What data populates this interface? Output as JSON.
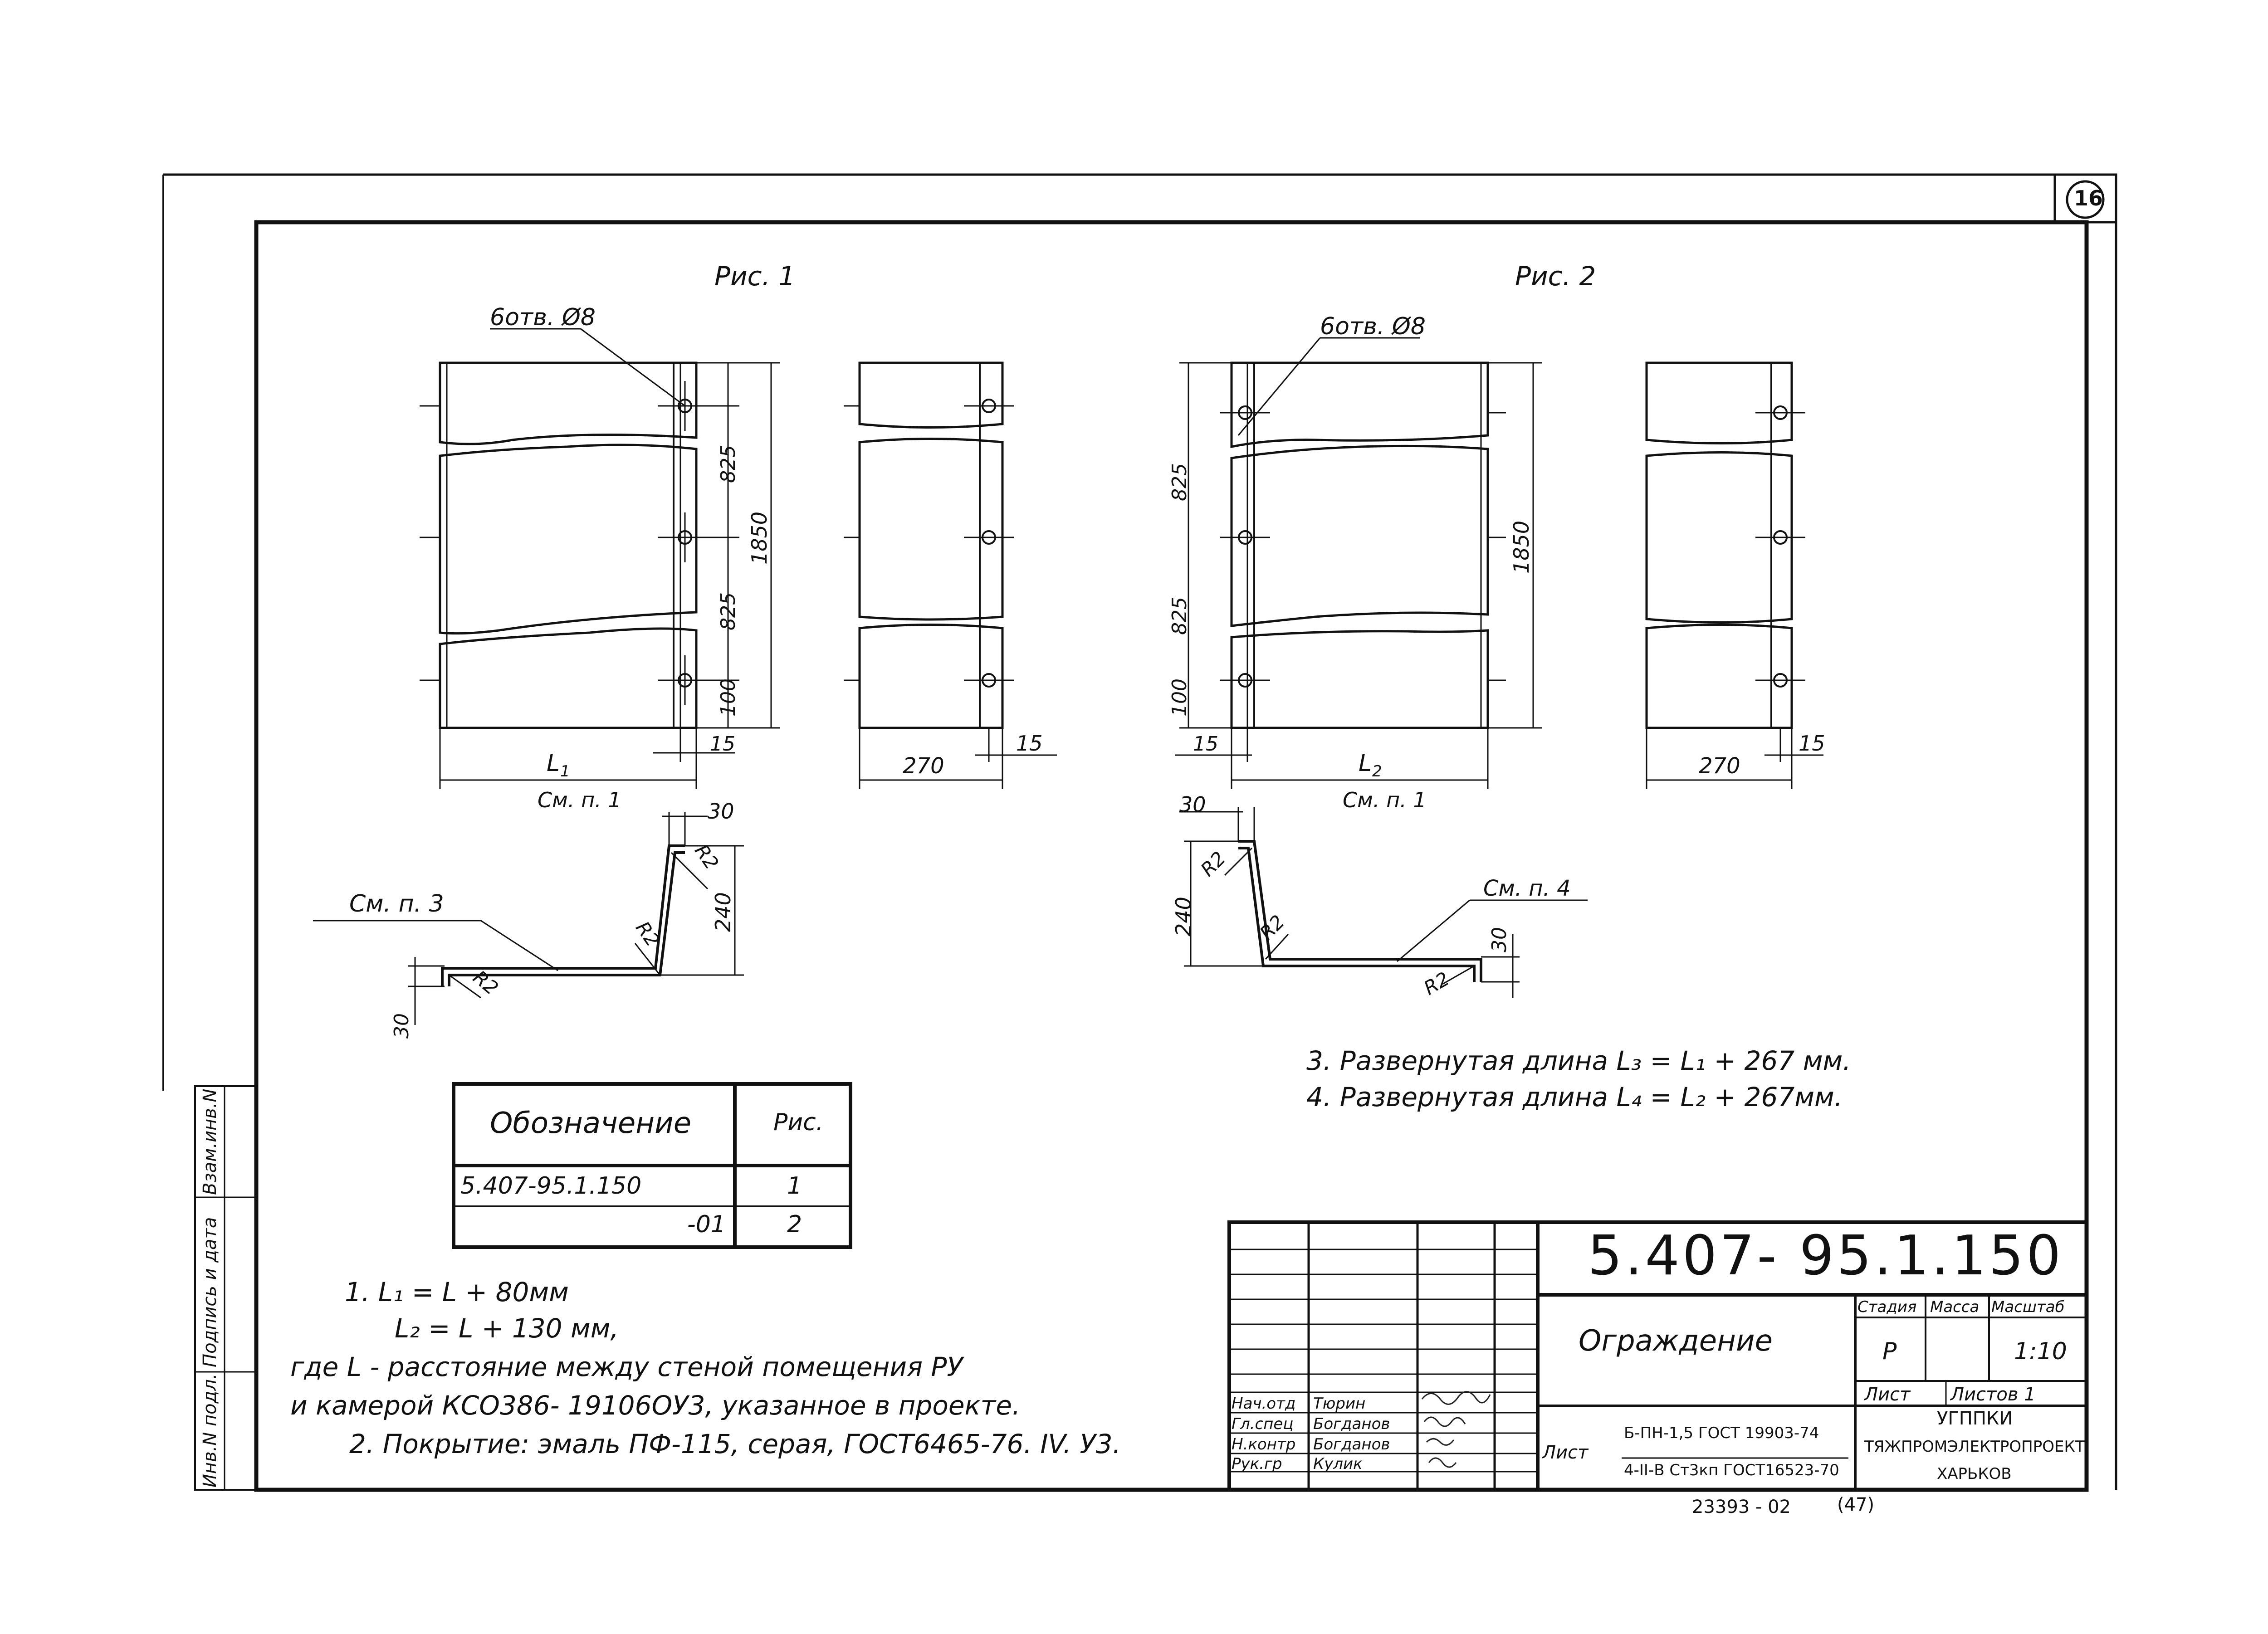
{
  "sheet_number": "16",
  "fig1": {
    "title": "Рис. 1",
    "holes": "6отв. Ø8",
    "dims": {
      "a": "825",
      "b": "825",
      "c": "100",
      "total": "1850",
      "edge": "15",
      "width": "270",
      "edge2": "15"
    },
    "length_label": "L₁",
    "length_note": "См. п. 1",
    "profile": {
      "note": "См. п. 3",
      "top": "30",
      "height": "240",
      "bottom": "30",
      "r1": "R2",
      "r2": "R2",
      "r3": "R2"
    }
  },
  "fig2": {
    "title": "Рис. 2",
    "holes": "6отв. Ø8",
    "dims": {
      "a": "825",
      "b": "825",
      "c": "100",
      "total": "1850",
      "edge": "15",
      "width": "270",
      "edge2": "15"
    },
    "length_label": "L₂",
    "length_note": "См. п. 1",
    "profile": {
      "note": "См. п. 4",
      "top": "30",
      "height": "240",
      "bottom": "30",
      "r1": "R2",
      "r2": "R2",
      "r3": "R2"
    }
  },
  "notes_right": {
    "n3": "3. Развернутая длина L₃ = L₁ + 267 мм.",
    "n4": "4. Развернутая длина L₄ = L₂ + 267мм."
  },
  "spec_table": {
    "headers": [
      "Обозначение",
      "Рис."
    ],
    "rows": [
      {
        "designation": "5.407-95.1.150",
        "fig": "1"
      },
      {
        "designation": "-01",
        "fig": "2"
      }
    ]
  },
  "notes_left": {
    "n1a": "1. L₁ = L + 80мм",
    "n1b": "L₂ = L + 130 мм,",
    "n1c": "где  L - расстояние между стеной помещения РУ",
    "n1d": "и камерой КСО386- 19106ОУ3, указанное в проекте.",
    "n2": "2. Покрытие: эмаль ПФ-115, серая, ГОСТ6465-76. IV. У3."
  },
  "side_stamps": [
    "Взам.инв.N",
    "Подпись и дата",
    "Инв.N подл."
  ],
  "title_block": {
    "code": "5.407- 95.1.150",
    "name": "Ограждение",
    "stage_label": "Стадия",
    "mass_label": "Масса",
    "scale_label": "Масштаб",
    "stage": "Р",
    "scale": "1:10",
    "sheet_label": "Лист",
    "sheets_label": "Листов 1",
    "roles": [
      {
        "role": "Нач.отд",
        "name": "Тюрин"
      },
      {
        "role": "Гл.спец",
        "name": "Богданов"
      },
      {
        "role": "Н.контр",
        "name": "Богданов"
      },
      {
        "role": "Рук.гр",
        "name": "Кулик"
      }
    ],
    "material_label": "Лист",
    "material_1": "Б-ПН-1,5 ГОСТ 19903-74",
    "material_2": "4-II-В Ст3кп ГОСТ16523-70",
    "org_1": "УГППКИ",
    "org_2": "ТЯЖПРОМЭЛЕКТРОПРОЕКТ",
    "org_3": "ХАРЬКОВ",
    "archive": "23393 - 02",
    "archive_sheet": "(47)"
  }
}
